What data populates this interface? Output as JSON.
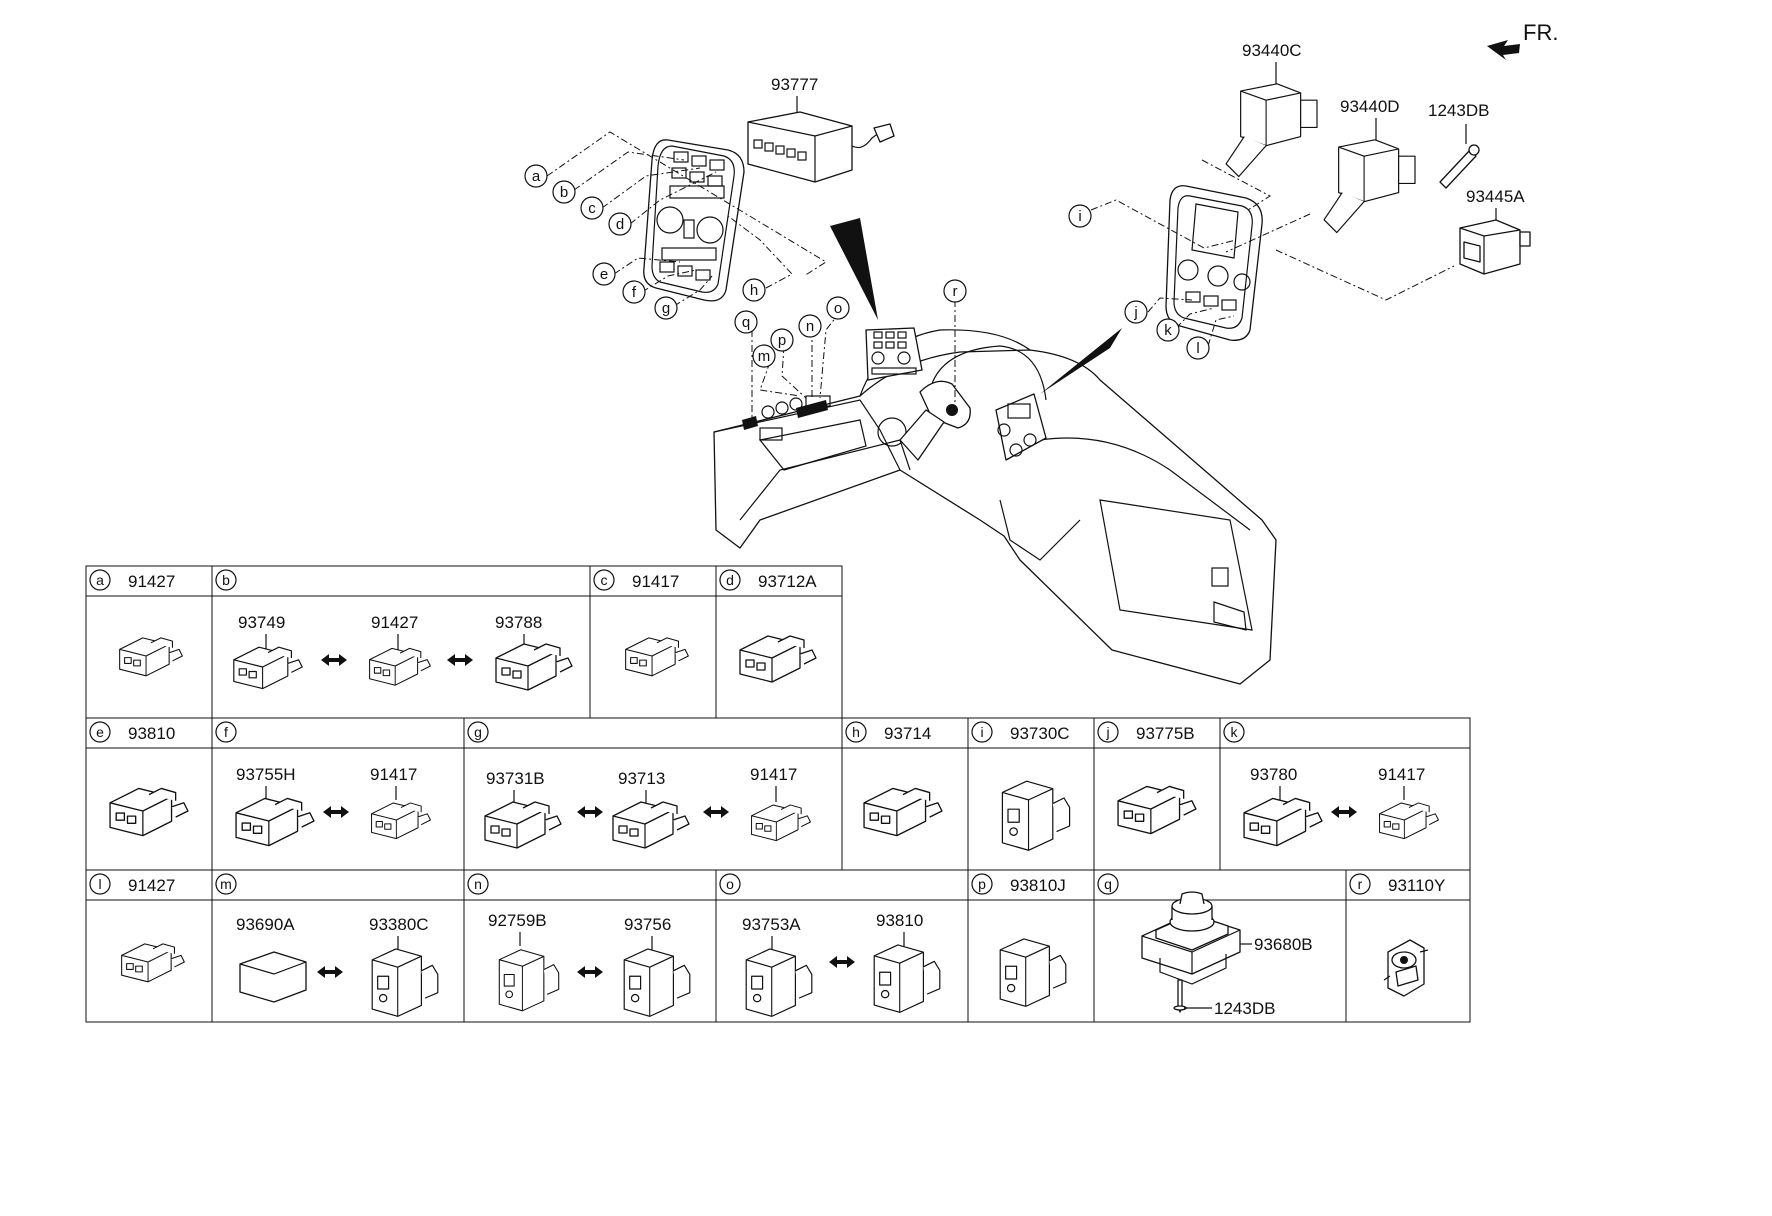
{
  "orientation_label": "FR.",
  "callouts": {
    "top_module": "93777",
    "right_a": "93440C",
    "right_b": "93440D",
    "right_bolt": "1243DB",
    "right_c": "93445A"
  },
  "letters": [
    "a",
    "b",
    "c",
    "d",
    "e",
    "f",
    "g",
    "h",
    "i",
    "j",
    "k",
    "l",
    "m",
    "n",
    "o",
    "p",
    "q",
    "r"
  ],
  "table": {
    "row1": [
      {
        "letter": "a",
        "part": "91427",
        "items": []
      },
      {
        "letter": "b",
        "part": "",
        "items": [
          "93749",
          "91427",
          "93788"
        ]
      },
      {
        "letter": "c",
        "part": "91417",
        "items": []
      },
      {
        "letter": "d",
        "part": "93712A",
        "items": []
      }
    ],
    "row2": [
      {
        "letter": "e",
        "part": "93810",
        "items": []
      },
      {
        "letter": "f",
        "part": "",
        "items": [
          "93755H",
          "91417"
        ]
      },
      {
        "letter": "g",
        "part": "",
        "items": [
          "93731B",
          "93713",
          "91417"
        ]
      },
      {
        "letter": "h",
        "part": "93714",
        "items": []
      },
      {
        "letter": "i",
        "part": "93730C",
        "items": []
      },
      {
        "letter": "j",
        "part": "93775B",
        "items": []
      },
      {
        "letter": "k",
        "part": "",
        "items": [
          "93780",
          "91417"
        ]
      }
    ],
    "row3": [
      {
        "letter": "l",
        "part": "91427",
        "items": []
      },
      {
        "letter": "m",
        "part": "",
        "items": [
          "93690A",
          "93380C"
        ]
      },
      {
        "letter": "n",
        "part": "",
        "items": [
          "92759B",
          "93756"
        ]
      },
      {
        "letter": "o",
        "part": "",
        "items": [
          "93753A",
          "93810"
        ]
      },
      {
        "letter": "p",
        "part": "93810J",
        "items": []
      },
      {
        "letter": "q",
        "part": "",
        "items": [
          "93680B",
          "1243DB"
        ]
      },
      {
        "letter": "r",
        "part": "93110Y",
        "items": []
      }
    ]
  }
}
